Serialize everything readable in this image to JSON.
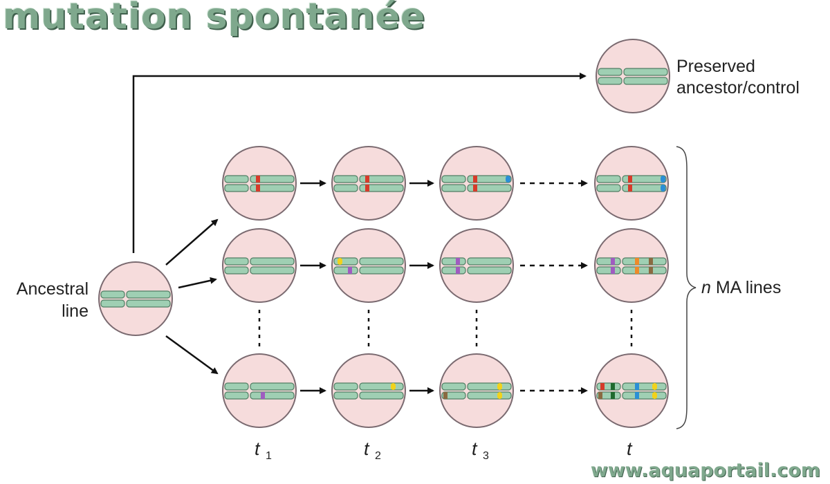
{
  "title": "mutation spontanée",
  "watermark": "www.aquaportail.com",
  "labels": {
    "preserved_line1": "Preserved",
    "preserved_line2": "ancestor/control",
    "ancestral_line1": "Ancestral",
    "ancestral_line2": "line",
    "ma_italic": "n",
    "ma_rest": " MA lines"
  },
  "time_labels": [
    {
      "t": "t",
      "sub": "1"
    },
    {
      "t": "t",
      "sub": "2"
    },
    {
      "t": "t",
      "sub": "3"
    },
    {
      "t": "t",
      "sub": ""
    }
  ],
  "colors": {
    "cell_fill": "#f6dcdc",
    "cell_stroke": "#7a6a70",
    "chromosome": "#9fcfb3",
    "chromosome_stroke": "#4f7d63",
    "title": "#7fa88d"
  }
}
